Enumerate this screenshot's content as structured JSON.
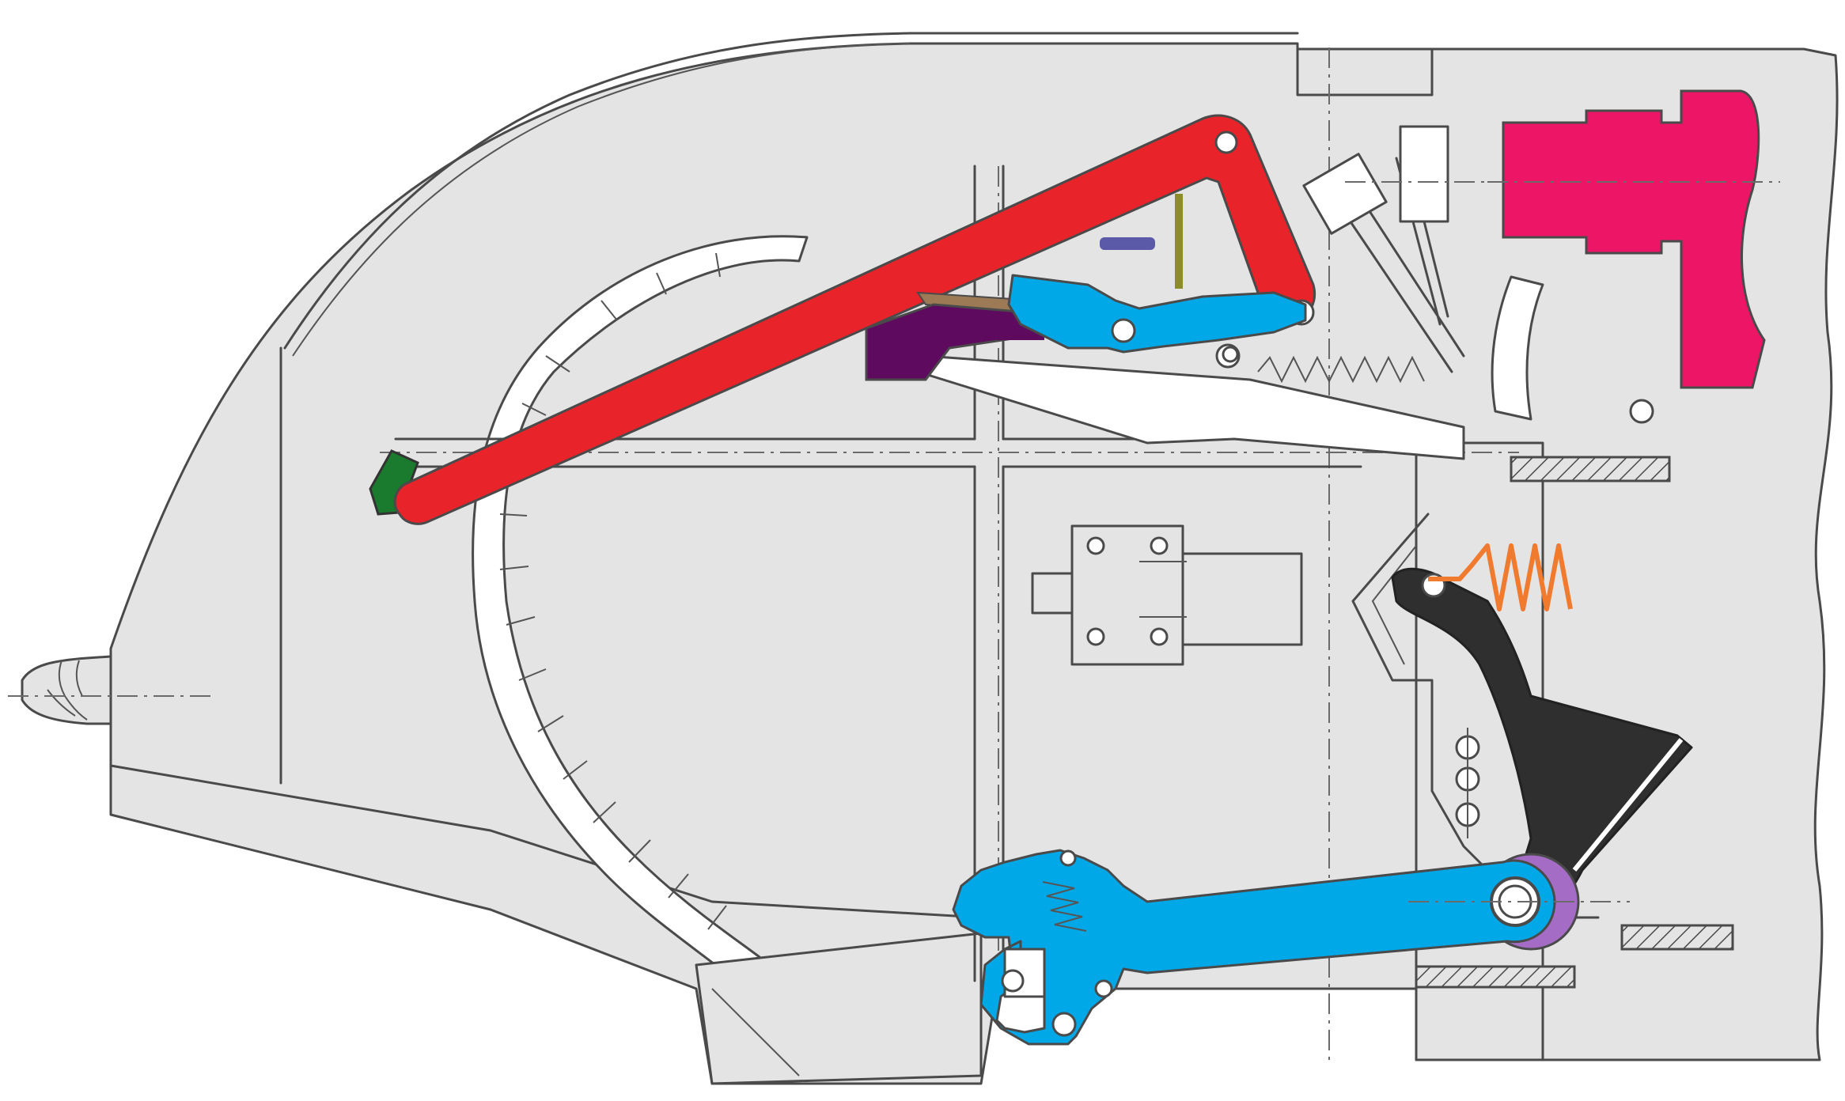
{
  "colors": {
    "background": "#ffffff",
    "housing": "#e4e4e4",
    "outline": "#4a4a4a",
    "red_lever": "#e8232a",
    "blue_parts": "#00a8e8",
    "magenta_block": "#ec1566",
    "black_arm": "#2f2f2f",
    "purple_block": "#5e0a5e",
    "violet_bushing": "#a46cc4",
    "orange_spring": "#f07a2e",
    "green_pad": "#1a7a2e",
    "brown_strip": "#9b7a55",
    "olive_rod": "#8c8c28",
    "slate_rod": "#5a5aa8"
  },
  "parts": [
    {
      "name": "red-lever-icon",
      "color_key": "red_lever"
    },
    {
      "name": "blue-latch-icon",
      "color_key": "blue_parts"
    },
    {
      "name": "blue-lower-link-icon",
      "color_key": "blue_parts"
    },
    {
      "name": "magenta-block-icon",
      "color_key": "magenta_block"
    },
    {
      "name": "black-arm-icon",
      "color_key": "black_arm"
    },
    {
      "name": "purple-block-icon",
      "color_key": "purple_block"
    },
    {
      "name": "violet-bushing-icon",
      "color_key": "violet_bushing"
    },
    {
      "name": "orange-spring-icon",
      "color_key": "orange_spring"
    },
    {
      "name": "green-pad-icon",
      "color_key": "green_pad"
    }
  ]
}
